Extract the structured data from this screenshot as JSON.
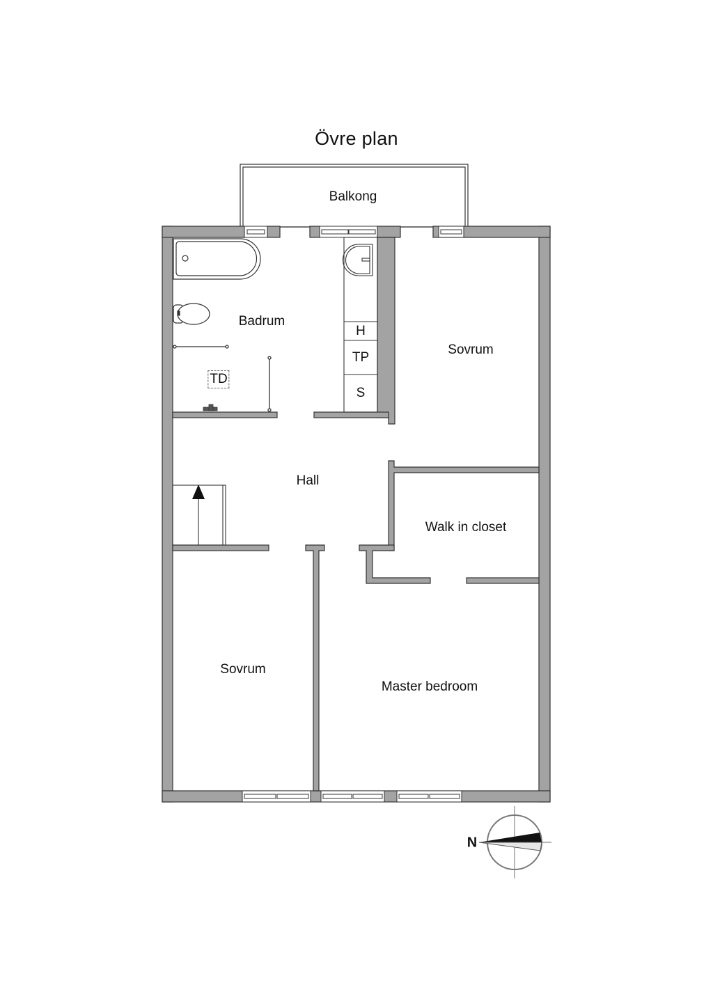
{
  "title": "Övre plan",
  "colors": {
    "wall_fill": "#a3a3a3",
    "wall_stroke": "#333333",
    "line": "#333333",
    "background": "#ffffff",
    "compass_fill": "#111111",
    "compass_light": "#e6e6e6"
  },
  "rooms": [
    {
      "id": "balkong",
      "label": "Balkong"
    },
    {
      "id": "badrum",
      "label": "Badrum"
    },
    {
      "id": "sovrum_ne",
      "label": "Sovrum"
    },
    {
      "id": "hall",
      "label": "Hall"
    },
    {
      "id": "walk_in_closet",
      "label": "Walk in closet"
    },
    {
      "id": "sovrum_sw",
      "label": "Sovrum"
    },
    {
      "id": "master_bedroom",
      "label": "Master bedroom"
    }
  ],
  "fixtures": {
    "cabinet_h": "H",
    "cabinet_tp": "TP",
    "cabinet_s": "S",
    "dryer": "TD"
  },
  "compass": {
    "label": "N"
  }
}
